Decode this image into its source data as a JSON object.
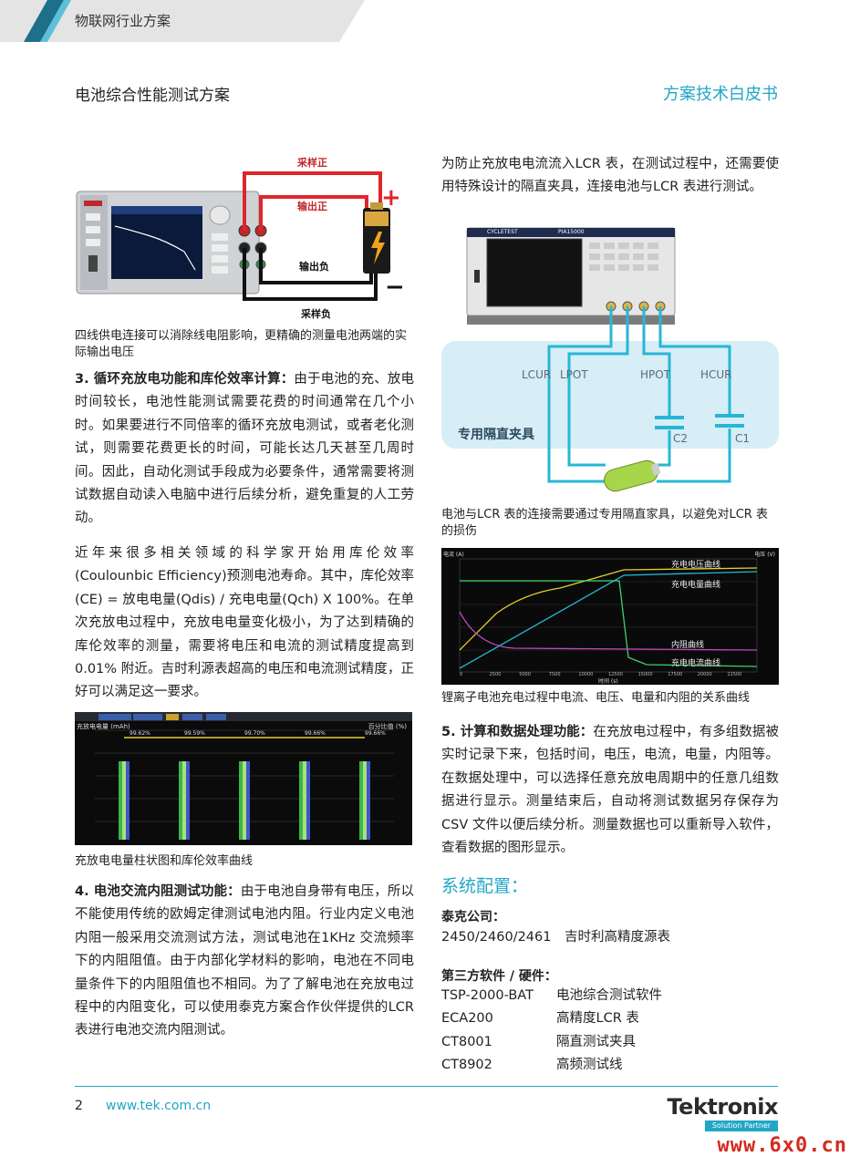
{
  "header": {
    "category": "物联网行业方案",
    "title": "电池综合性能测试方案",
    "doc_type": "方案技术白皮书"
  },
  "colors": {
    "accent": "#21a6c7",
    "header_band": "#e2e2e2",
    "header_stripe_dark": "#1d6f8a",
    "watermark": "#d42a1f"
  },
  "fig1": {
    "labels": {
      "sense_pos": "采样正",
      "out_pos": "输出正",
      "out_neg": "输出负",
      "sense_neg": "采样负",
      "plus": "+",
      "minus": "−"
    },
    "caption": "四线供电连接可以消除线电阻影响，更精确的测量电池两端的实际输出电压"
  },
  "section3": {
    "heading": "3. 循环充放电功能和库伦效率计算：",
    "body": "由于电池的充、放电时间较长，电池性能测试需要花费的时间通常在几个小时。如果要进行不同倍率的循环充放电测试，或者老化测试，则需要花费更长的时间，可能长达几天甚至几周时间。因此，自动化测试手段成为必要条件，通常需要将测试数据自动读入电脑中进行后续分析，避免重复的人工劳动。",
    "para2": "近年来很多相关领域的科学家开始用库伦效率(Coulounbic Efficiency)预测电池寿命。其中，库伦效率(CE) = 放电电量(Qdis) / 充电电量(Qch) X 100%。在单次充放电过程中，充放电电量变化极小，为了达到精确的库伦效率的测量，需要将电压和电流的测试精度提高到0.01% 附近。吉时利源表超高的电压和电流测试精度，正好可以满足这一要求。"
  },
  "fig3": {
    "caption": "充放电电量柱状图和库伦效率曲线",
    "y_axis_left": "充放电电量 (mAh)",
    "y_axis_right": "百分比值 (%)",
    "efficiency_labels": [
      "99.62%",
      "99.59%",
      "99.70%",
      "99.66%",
      "99.66%"
    ]
  },
  "section4": {
    "heading": "4. 电池交流内阻测试功能：",
    "body": "由于电池自身带有电压，所以不能使用传统的欧姆定律测试电池内阻。行业内定义电池内阻一般采用交流测试方法，测试电池在1KHz 交流频率下的内阻阻值。由于内部化学材料的影响，电池在不同电量条件下的内阻阻值也不相同。为了了解电池在充放电过程中的内阻变化，可以使用泰克方案合作伙伴提供的LCR 表进行电池交流内阻测试。"
  },
  "right_intro": "为防止充放电电流流入LCR 表，在测试过程中，还需要使用特殊设计的隔直夹具，连接电池与LCR 表进行测试。",
  "fig2": {
    "instrument_brand": "CYCLETEST",
    "instrument_model": "PIA15000",
    "labels": {
      "lcur": "LCUR",
      "lpot": "LPOT",
      "hpot": "HPOT",
      "hcur": "HCUR",
      "fixture": "专用隔直夹具",
      "c1": "C1",
      "c2": "C2"
    },
    "caption": "电池与LCR 表的连接需要通过专用隔直家具，以避免对LCR 表的损伤"
  },
  "fig4": {
    "caption": "锂离子电池充电过程中电流、电压、电量和内阻的关系曲线",
    "y_left_title": "电流 (A)",
    "y_right_title": "电压 (V)",
    "x_title": "时间 (s)",
    "x_ticks": [
      "0",
      "2500",
      "5000",
      "7500",
      "10000",
      "12500",
      "15000",
      "17500",
      "20000",
      "22500"
    ],
    "legend": {
      "voltage": "充电电压曲线",
      "capacity": "充电电量曲线",
      "resistance": "内阻曲线",
      "current": "充电电流曲线"
    }
  },
  "section5": {
    "heading": "5. 计算和数据处理功能：",
    "body": "在充放电过程中，有多组数据被实时记录下来，包括时间，电压，电流，电量，内阻等。在数据处理中，可以选择任意充放电周期中的任意几组数据进行显示。测量结束后，自动将测试数据另存保存为CSV 文件以便后续分析。测量数据也可以重新导入软件，查看数据的图形显示。"
  },
  "config": {
    "heading": "系统配置：",
    "tek_label": "泰克公司：",
    "tek_item": "2450/2460/2461　吉时利高精度源表",
    "third_label": "第三方软件 / 硬件：",
    "items": [
      {
        "name": "TSP-2000-BAT",
        "desc": "电池综合测试软件"
      },
      {
        "name": "ECA200",
        "desc": "高精度LCR 表"
      },
      {
        "name": "CT8001",
        "desc": "隔直测试夹具"
      },
      {
        "name": "CT8902",
        "desc": "高频测试线"
      }
    ]
  },
  "footer": {
    "page": "2",
    "url": "www.tek.com.cn",
    "brand": "Tektronix",
    "partner": "Solution Partner",
    "watermark": "www.6x0.cn"
  }
}
